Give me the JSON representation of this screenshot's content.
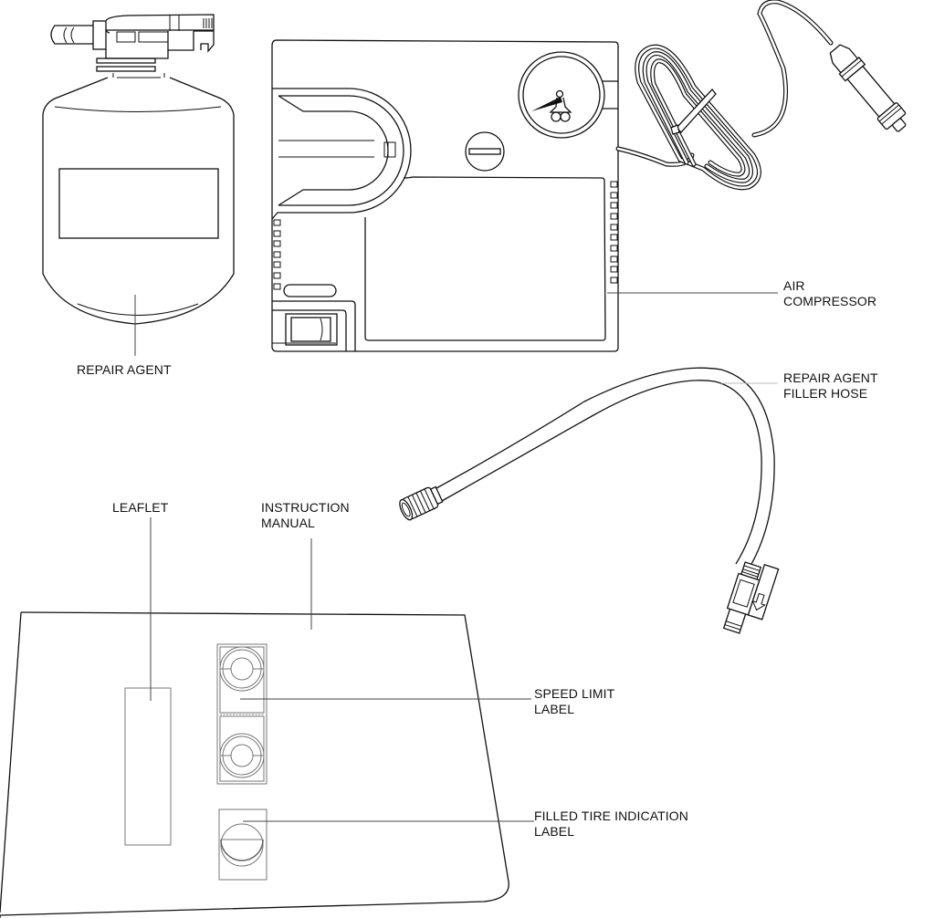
{
  "diagram": {
    "subject": "Tire repair kit components",
    "line_color": "#111111",
    "background": "#ffffff"
  },
  "labels": {
    "repair_agent": [
      "REPAIR AGENT"
    ],
    "air_compressor": [
      "AIR",
      "COMPRESSOR"
    ],
    "filler_hose": [
      "REPAIR AGENT",
      "FILLER HOSE"
    ],
    "leaflet": [
      "LEAFLET"
    ],
    "instruction_manual": [
      "INSTRUCTION",
      "MANUAL"
    ],
    "speed_limit_label": [
      "SPEED LIMIT",
      "LABEL"
    ],
    "filled_tire_label": [
      "FILLED TIRE INDICATION",
      "LABEL"
    ]
  },
  "components": [
    {
      "id": "repair-agent",
      "icon": "bottle-icon"
    },
    {
      "id": "air-compressor",
      "icon": "compressor-icon"
    },
    {
      "id": "power-plug",
      "icon": "cigarette-lighter-plug-icon"
    },
    {
      "id": "filler-hose",
      "icon": "hose-icon"
    },
    {
      "id": "instruction-manual",
      "icon": "manual-icon"
    },
    {
      "id": "leaflet",
      "icon": "leaflet-icon"
    },
    {
      "id": "speed-limit-label",
      "icon": "sticker-icon"
    },
    {
      "id": "filled-tire-indication-label",
      "icon": "sticker-icon"
    }
  ]
}
